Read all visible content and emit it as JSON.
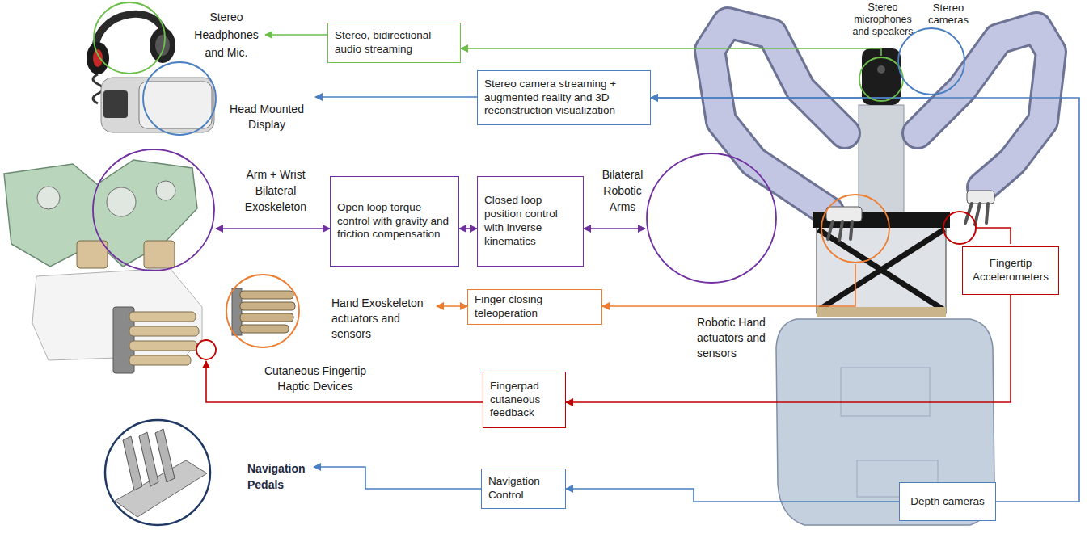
{
  "diagram": {
    "nodes": [
      {
        "text": [
          "Stereo Headphones and Mic."
        ]
      },
      {
        "text": [
          "Stereo, bidirectional audio streaming"
        ]
      },
      {
        "text": [
          "Stereo microphones and speakers"
        ]
      },
      {
        "text": [
          "Stereo cameras"
        ]
      },
      {
        "text": [
          "Head Mounted Display"
        ]
      },
      {
        "text": [
          "Stereo camera streaming + augmented reality and 3D reconstruction visualization"
        ]
      },
      {
        "text": [
          "Arm + Wrist Bilateral Exoskeleton"
        ]
      },
      {
        "text": [
          "Open loop torque control with gravity and friction compensation"
        ]
      },
      {
        "text": [
          "Closed loop position control with inverse kinematics"
        ]
      },
      {
        "text": [
          "Bilateral Robotic Arms"
        ]
      },
      {
        "text": [
          "Fingertip Accelerometers"
        ]
      },
      {
        "text": [
          "Hand Exoskeleton actuators and sensors"
        ]
      },
      {
        "text": [
          "Finger closing teleoperation"
        ]
      },
      {
        "text": [
          "Robotic Hand actuators and sensors"
        ]
      },
      {
        "text": [
          "Cutaneous Fingertip Haptic Devices"
        ]
      },
      {
        "text": [
          "Fingerpad cutaneous feedback"
        ]
      },
      {
        "text": [
          "Navigation Pedals"
        ]
      },
      {
        "text": [
          "Navigation Control"
        ]
      },
      {
        "text": [
          "Depth cameras"
        ]
      }
    ],
    "edges": [
      {
        "from": 2,
        "to": 1,
        "arrow": "to"
      },
      {
        "from": 1,
        "to": 0,
        "arrow": "to"
      },
      {
        "from": 3,
        "to": 5,
        "arrow": "to"
      },
      {
        "from": 18,
        "to": 5,
        "arrow": "to"
      },
      {
        "from": 5,
        "to": 4,
        "arrow": "to"
      },
      {
        "from": 6,
        "to": 7,
        "arrow": "both"
      },
      {
        "from": 7,
        "to": 8,
        "arrow": "both"
      },
      {
        "from": 8,
        "to": 9,
        "arrow": "both"
      },
      {
        "from": 12,
        "to": 11,
        "arrow": "both"
      },
      {
        "from": 13,
        "to": 12,
        "arrow": "to"
      },
      {
        "from": 10,
        "to": 15,
        "arrow": "to"
      },
      {
        "from": 15,
        "to": 14,
        "arrow": "to"
      },
      {
        "from": 17,
        "to": 16,
        "arrow": "to"
      },
      {
        "from": 18,
        "to": 17,
        "arrow": "to"
      }
    ]
  }
}
